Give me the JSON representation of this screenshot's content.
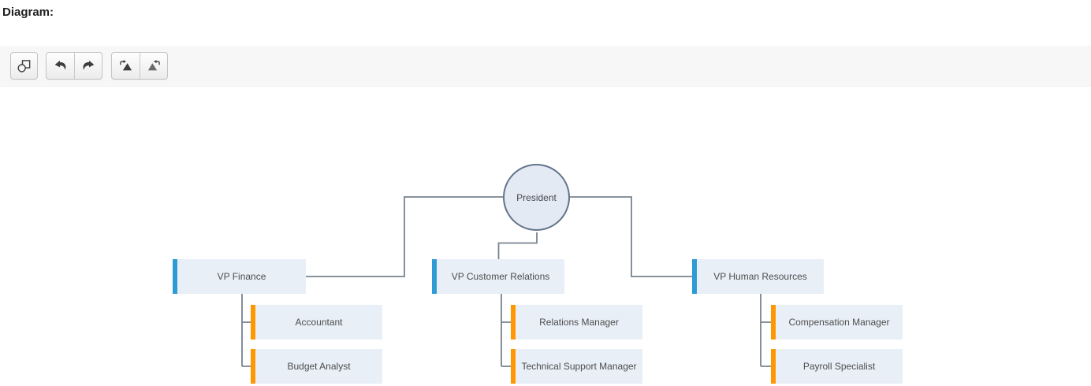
{
  "page": {
    "title": "Diagram:"
  },
  "toolbar": {
    "buttons": [
      {
        "name": "shapes",
        "icon": "shapes-icon"
      },
      {
        "name": "undo",
        "icon": "undo-icon"
      },
      {
        "name": "redo",
        "icon": "redo-icon"
      },
      {
        "name": "rotate-clockwise",
        "icon": "rotate-clockwise-icon"
      },
      {
        "name": "rotate-counterclockwise",
        "icon": "rotate-counterclockwise-icon"
      }
    ]
  },
  "diagram": {
    "type": "org-chart",
    "root": {
      "label": "President"
    },
    "groups": [
      {
        "vp": "VP Finance",
        "children": [
          "Accountant",
          "Budget Analyst"
        ]
      },
      {
        "vp": "VP Customer Relations",
        "children": [
          "Relations Manager",
          "Technical Support Manager"
        ]
      },
      {
        "vp": "VP Human Resources",
        "children": [
          "Compensation Manager",
          "Payroll Specialist"
        ]
      }
    ],
    "colors": {
      "vp_accent": "#2E9BD6",
      "child_accent": "#FF9800",
      "node_fill": "#E8EFF7",
      "root_fill": "#E3EAF4",
      "root_border": "#64748B",
      "connector": "#78828f",
      "toolbar_bg": "#F7F7F7"
    }
  }
}
